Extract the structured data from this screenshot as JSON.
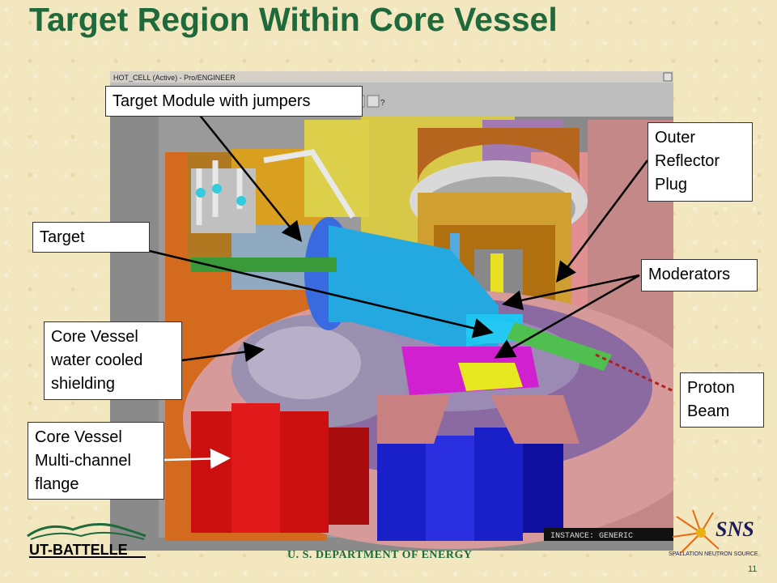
{
  "slide": {
    "title": "Target Region Within Core Vessel",
    "footer": "U. S. DEPARTMENT OF ENERGY",
    "page_number": "11"
  },
  "screenshot": {
    "window_title": "HOT_CELL (Active) - Pro/ENGINEER",
    "status_text": "INSTANCE: GENERIC"
  },
  "labels": {
    "target_module": "Target Module with jumpers",
    "outer_reflector_plug": [
      "Outer",
      "Reflector",
      "Plug"
    ],
    "target": "Target",
    "moderators": "Moderators",
    "core_vessel_shielding": [
      "Core Vessel",
      "water cooled",
      "shielding"
    ],
    "proton_beam": [
      "Proton",
      "Beam"
    ],
    "core_vessel_flange": [
      "Core Vessel",
      "Multi-channel",
      "flange"
    ]
  },
  "logos": {
    "ut_battelle": "UT-BATTELLE",
    "sns": "SNS",
    "sns_sub": "SPALLATION NEUTRON SOURCE"
  },
  "colors": {
    "title": "#1e6a3c",
    "arrow": "#000000",
    "proton_beam": "#b02020"
  }
}
